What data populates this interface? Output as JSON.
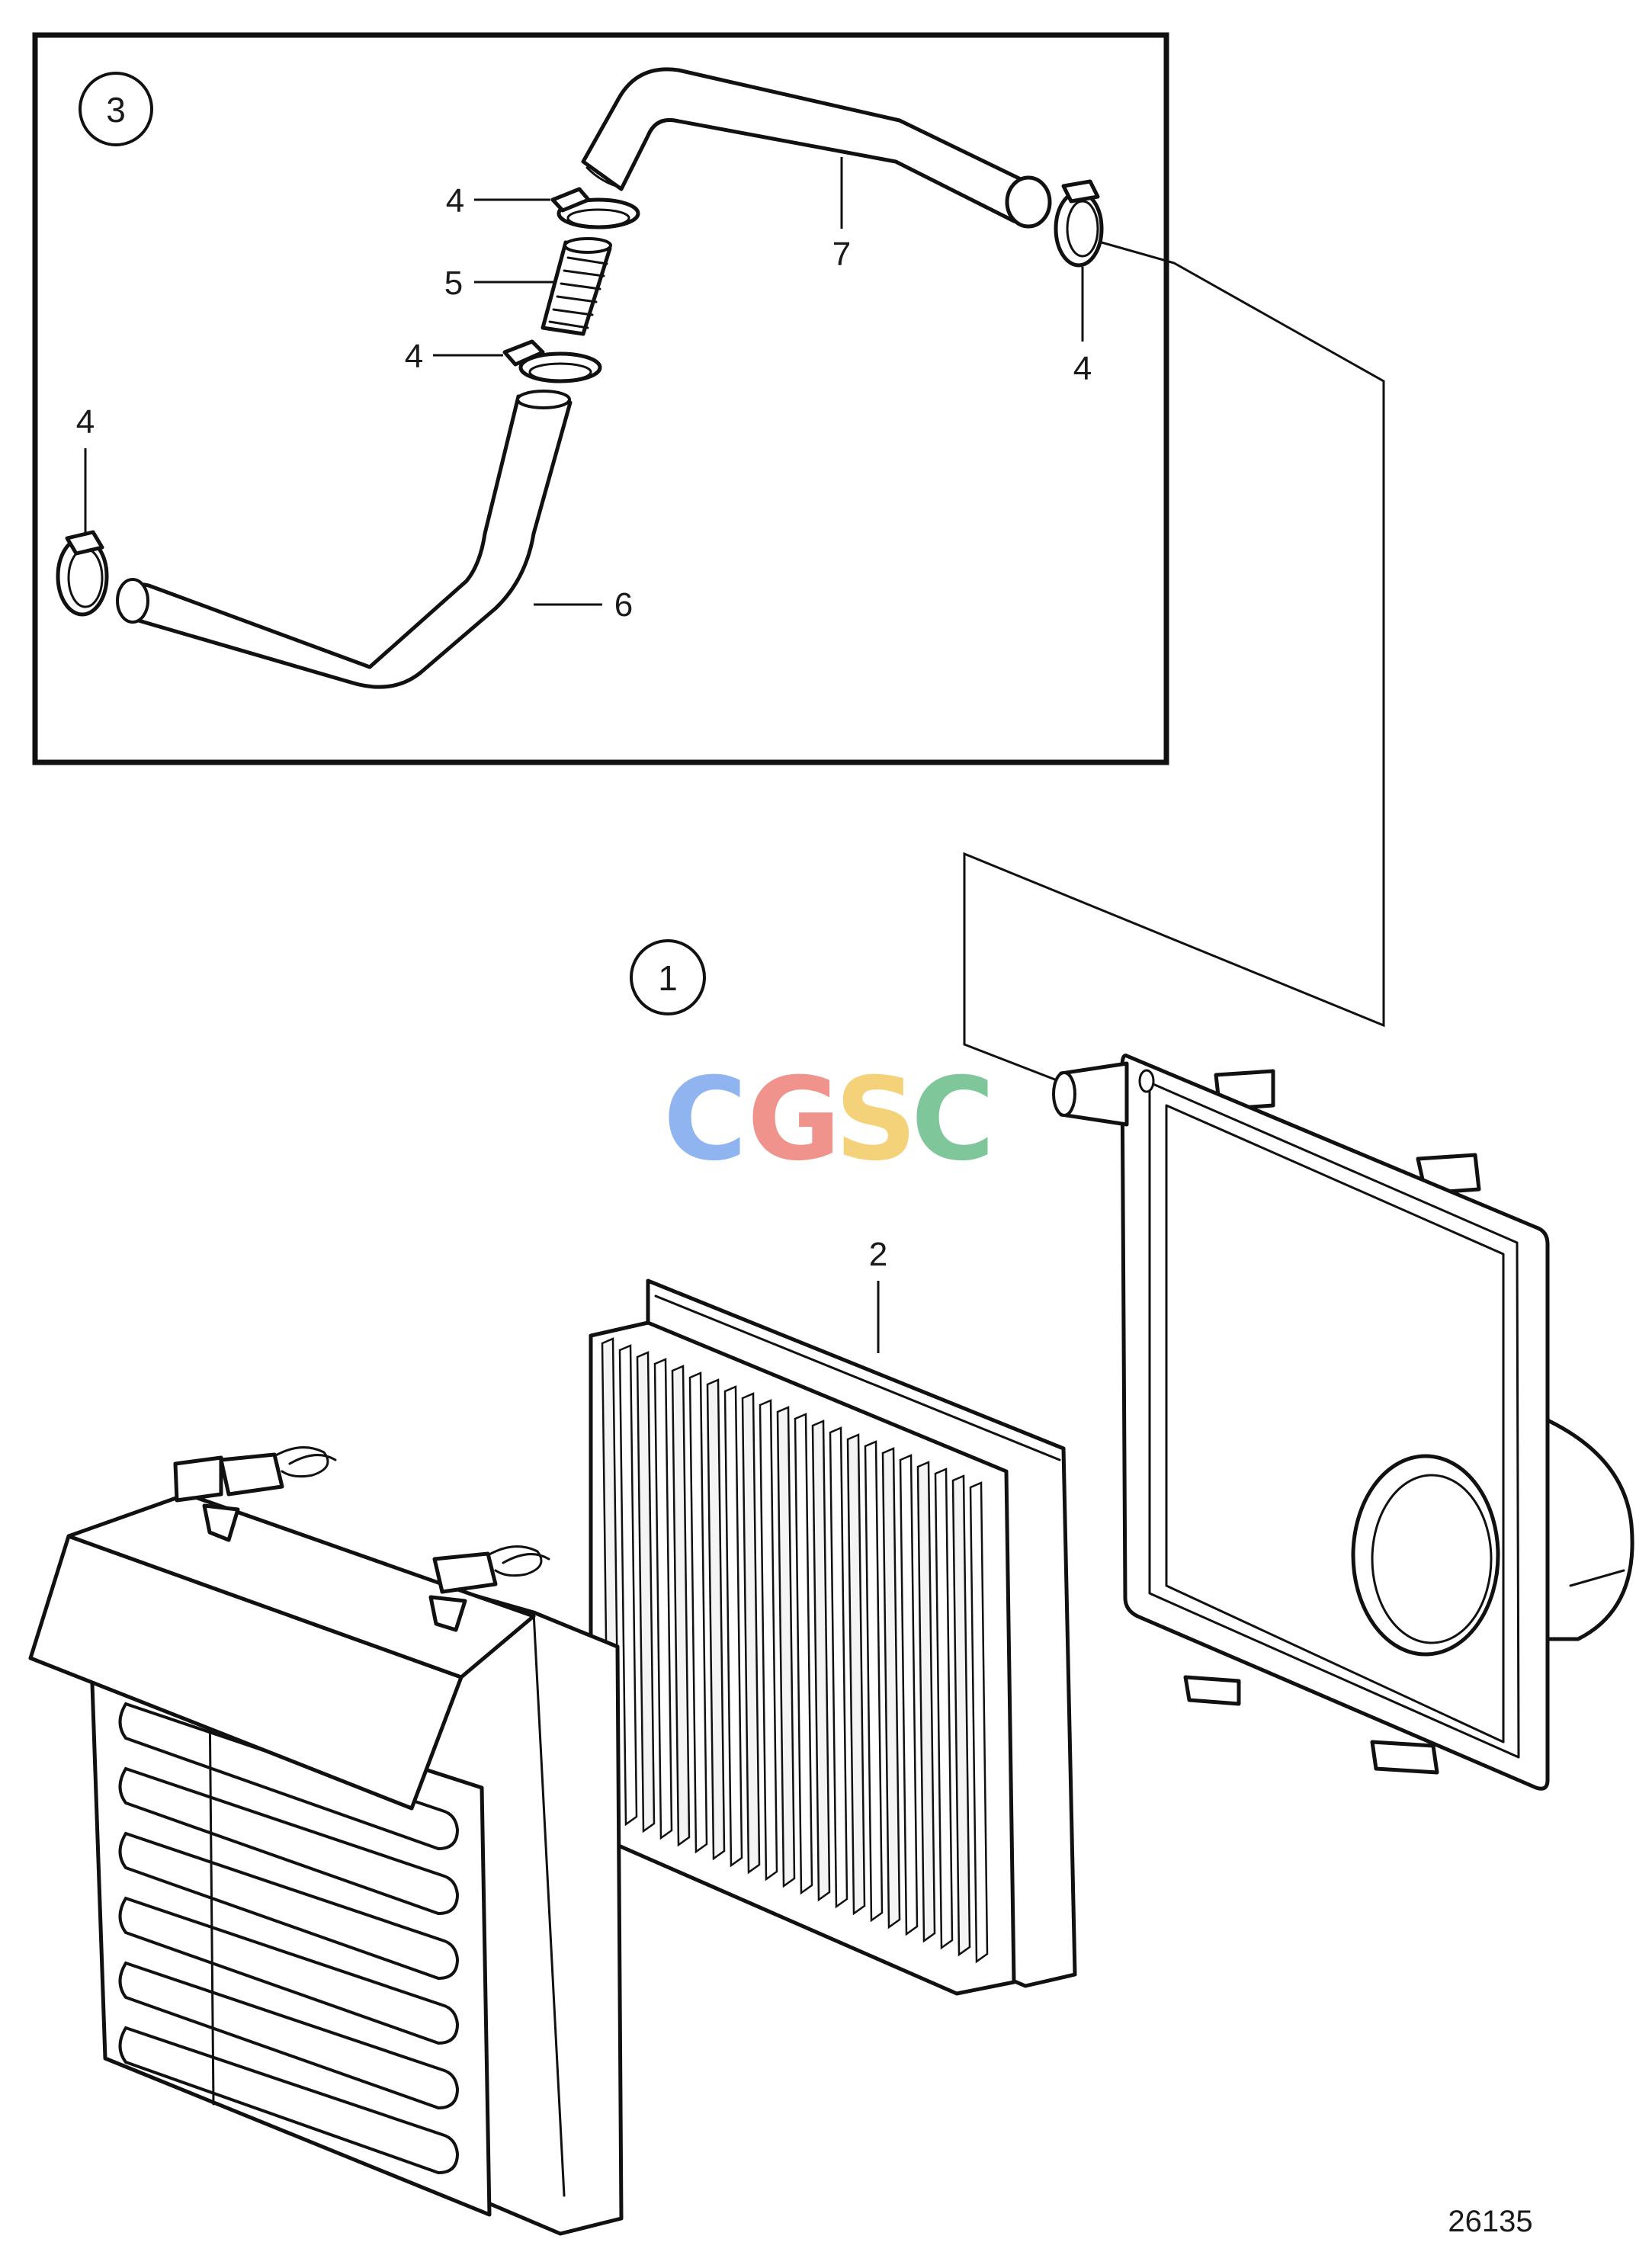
{
  "diagram": {
    "circled_labels": [
      {
        "id": "inset",
        "text": "3"
      },
      {
        "id": "main",
        "text": "1"
      }
    ],
    "callouts": {
      "clamp_top_left": "4",
      "connector": "5",
      "clamp_mid": "4",
      "clamp_right": "4",
      "clamp_far_left": "4",
      "hose_upper": "7",
      "hose_lower": "6",
      "filter_element": "2"
    },
    "watermark": {
      "letters": [
        "C",
        "G",
        "S",
        "C"
      ],
      "colors": [
        "#8fb4f0",
        "#f0938c",
        "#f3d27a",
        "#7fc79a"
      ]
    },
    "document_number": "26135"
  }
}
